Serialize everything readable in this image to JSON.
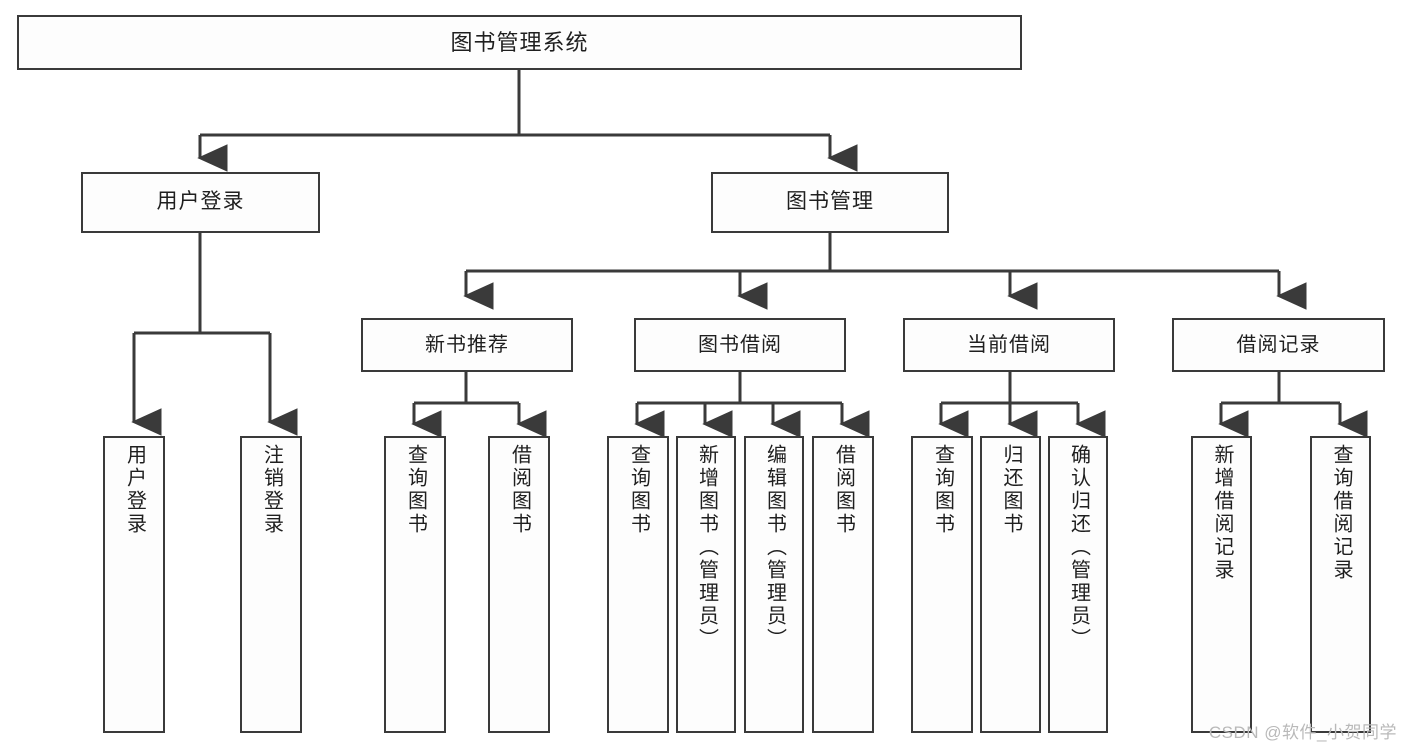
{
  "diagram": {
    "title": "图书管理系统",
    "type": "tree-hierarchy-diagram",
    "root": {
      "label": "图书管理系统"
    },
    "level1": [
      {
        "label": "用户登录"
      },
      {
        "label": "图书管理"
      }
    ],
    "level2": [
      {
        "label": "新书推荐"
      },
      {
        "label": "图书借阅"
      },
      {
        "label": "当前借阅"
      },
      {
        "label": "借阅记录"
      }
    ],
    "leaves": {
      "user_login": [
        {
          "label": "用户登录"
        },
        {
          "label": "注销登录"
        }
      ],
      "new_book_recommend": [
        {
          "label": "查询图书"
        },
        {
          "label": "借阅图书"
        }
      ],
      "book_borrow": [
        {
          "label": "查询图书"
        },
        {
          "label": "新增图书（管理员）"
        },
        {
          "label": "编辑图书（管理员）"
        },
        {
          "label": "借阅图书"
        }
      ],
      "current_borrow": [
        {
          "label": "查询图书"
        },
        {
          "label": "归还图书"
        },
        {
          "label": "确认归还（管理员）"
        }
      ],
      "borrow_record": [
        {
          "label": "新增借阅记录"
        },
        {
          "label": "查询借阅记录"
        }
      ]
    }
  },
  "watermark": {
    "text": "CSDN @软件_小贺同学"
  },
  "colors": {
    "stroke": "#3a3a3a",
    "box_fill": "#fdfdfd",
    "text": "#1f1f1f",
    "watermark": "#b9b9b9",
    "background": "#ffffff"
  }
}
